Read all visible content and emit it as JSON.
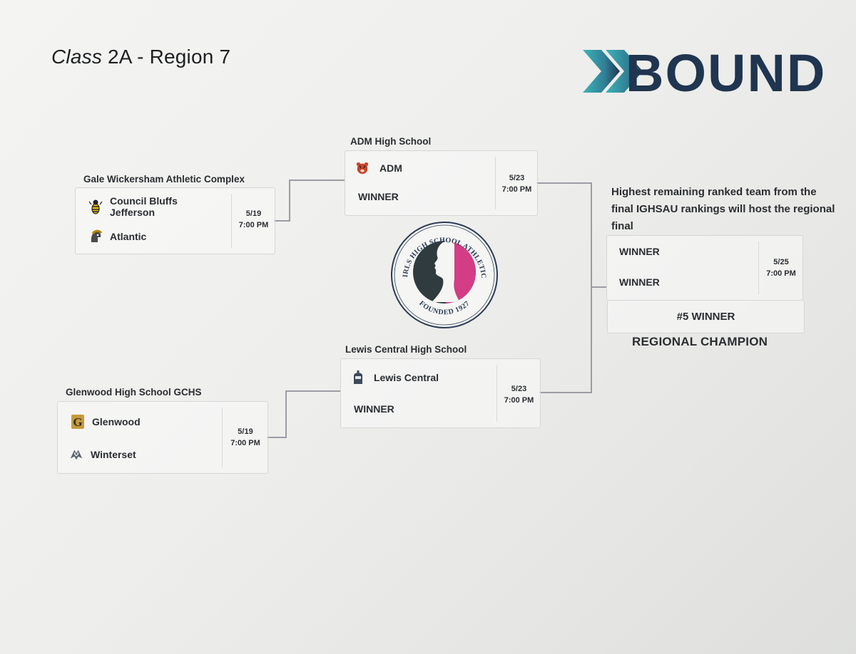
{
  "header": {
    "title_class": "Class",
    "title_rest": "2A - Region 7",
    "logo_text": "BOUND"
  },
  "sites": {
    "s1": "Gale Wickersham Athletic Complex",
    "s2": "Glenwood High School GCHS",
    "s3": "ADM High School",
    "s4": "Lewis Central High School"
  },
  "games": {
    "g1": {
      "team1": "Council Bluffs Jefferson",
      "team2": "Atlantic",
      "date": "5/19",
      "time": "7:00 PM"
    },
    "g2": {
      "team1": "Glenwood",
      "team2": "Winterset",
      "date": "5/19",
      "time": "7:00 PM"
    },
    "g3": {
      "team1": "ADM",
      "team2": "WINNER",
      "date": "5/23",
      "time": "7:00 PM"
    },
    "g4": {
      "team1": "Lewis Central",
      "team2": "WINNER",
      "date": "5/23",
      "time": "7:00 PM"
    },
    "g5": {
      "team1": "WINNER",
      "team2": "WINNER",
      "date": "5/25",
      "time": "7:00 PM"
    }
  },
  "final": {
    "note": "Highest remaining ranked team from the final IGHSAU rankings will host the regional final",
    "winner_label": "#5 WINNER",
    "champion_label": "REGIONAL CHAMPION"
  },
  "seal": {
    "text_top": "IOWA GIRLS HIGH SCHOOL ATHLETIC UNION",
    "text_bottom": "FOUNDED 1927"
  },
  "colors": {
    "logo_navy": "#1f3550",
    "logo_teal": "#3fb3b8",
    "seal_pink": "#d23d86",
    "seal_dark": "#2f3b3e",
    "seal_ring": "#2a3a56",
    "bracket_line": "#9c9ca6"
  }
}
